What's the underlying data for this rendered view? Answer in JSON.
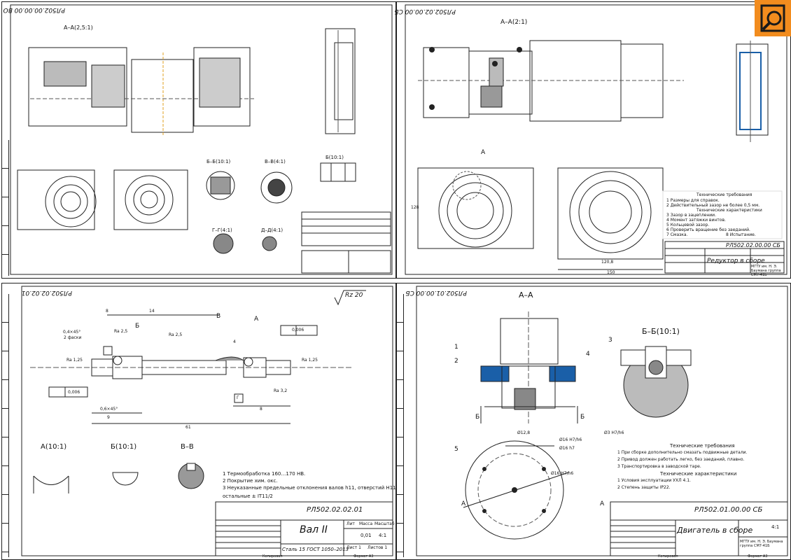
{
  "logo": {
    "icon": "zoom-search-icon",
    "color": "#f28c1e"
  },
  "sheets": {
    "top_left": {
      "doc_code": "РЛ502.00.00.00 ВО",
      "section_label": "А–А(2,5:1)",
      "views": [
        "Б–Б(10:1)",
        "В–В(4:1)",
        "Б(10:1)",
        "Г–Г(4:1)",
        "Д–Д(4:1)"
      ]
    },
    "top_right": {
      "doc_code": "РЛ502.02.00.00 СБ",
      "section_label": "А–А(2:1)",
      "view_label": "А",
      "title": "Редуктор в сборе",
      "dims": [
        "128",
        "120,8",
        "150"
      ],
      "org": "МГТУ им. Н. Э. Баумана группа СМ7-41Б",
      "requirements_title": "Технические требования",
      "requirements": [
        "1 Размеры для справок.",
        "2 Действительный зазор не более 0,5 мм.",
        "3 Зазор в зацеплении.",
        "4 Момент затяжки винтов.",
        "5 Кольцевой зазор.",
        "6 Проверить вращение без заеданий.",
        "7 Смазка.",
        "8 Испытание."
      ],
      "characteristics_title": "Технические характеристики"
    },
    "bottom_left": {
      "doc_code": "РЛ502.02.02.01",
      "title": "Вал II",
      "material": "Сталь 15 ГОСТ 1050–2013",
      "roughness": "Rz 20",
      "surface_finish": [
        "Ra 1,25",
        "Ra 1,25",
        "Ra 2,5",
        "Ra 2,5",
        "Ra 3,2"
      ],
      "dims": [
        "8",
        "14",
        "4",
        "9",
        "8",
        "61",
        "0,4×45°",
        "0,6×45°",
        "2 фаски"
      ],
      "tolerances": [
        "0,006",
        "0,006",
        "Г",
        "Б",
        "В",
        "А"
      ],
      "views": [
        "А(10:1)",
        "Б(10:1)",
        "В–В"
      ],
      "notes": [
        "1 Термообработка 160…170 HB.",
        "2 Покрытие хим. окс.",
        "3 Неуказанные предельные отклонения валов h11, отверстий H11,",
        "остальные ± IT11/2"
      ],
      "stamp": {
        "lit": "Лит",
        "mass": "Масса",
        "scale": "Масштаб",
        "mass_value": "0,01",
        "scale_value": "4:1",
        "sheets": "Листов 1",
        "sheet": "Лист 1"
      },
      "footer": [
        "Копировал",
        "Формат А3"
      ]
    },
    "bottom_right": {
      "doc_code": "РЛ502.01.00.00 СБ",
      "section_label": "А–А",
      "view_label": "Б–Б(10:1)",
      "title": "Двигатель в сборе",
      "org": "МГТУ им. Н. Э. Баумана группа СМ7-41Б",
      "fits": [
        "Ø16 H7/h6",
        "Ø12,8",
        "Ø16 h7",
        "Ø3 H7/h6",
        "Ø16 H7/h6"
      ],
      "labels": [
        "1",
        "2",
        "3",
        "4",
        "5",
        "Б",
        "Б",
        "А",
        "А"
      ],
      "requirements_title": "Технические требования",
      "requirements": [
        "1 При сборке дополнительно смазать подвижные детали.",
        "2 Привод должен работать легко, без заеданий, плавно.",
        "3 Транспортировка в заводской таре."
      ],
      "characteristics_title": "Технические характеристики",
      "characteristics": [
        "1 Условия эксплуатации УХЛ 4.1.",
        "2 Степень защиты IP22."
      ],
      "stamp": {
        "scale_value": "4:1"
      },
      "footer": [
        "Копировал",
        "Формат А3"
      ]
    }
  }
}
